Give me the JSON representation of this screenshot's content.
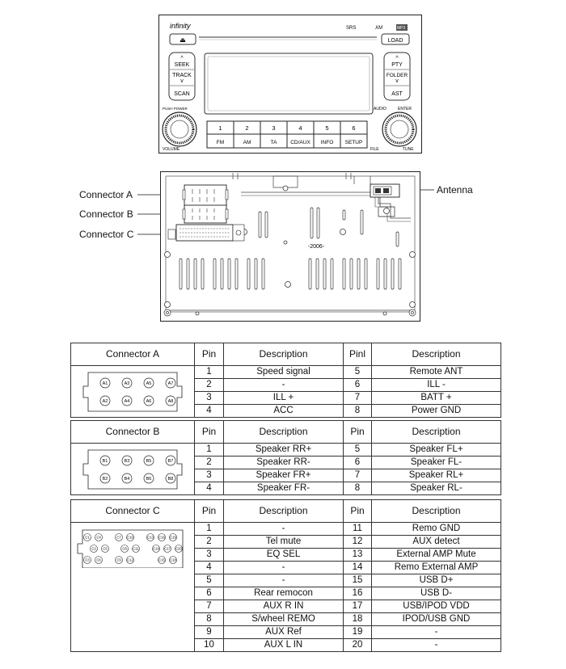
{
  "radio": {
    "brand": "infinity",
    "badges": [
      "SRS",
      "XM",
      "MP3"
    ],
    "eject_label": "⏏",
    "load_label": "LOAD",
    "seek_label": "SEEK",
    "track_label": "TRACK",
    "scan_label": "SCAN",
    "pty_label": "PTY",
    "folder_label": "FOLDER",
    "ast_label": "AST",
    "push_power_label": "PUSH POWER",
    "volume_label": "VOLUME",
    "audio_label": "AUDIO",
    "enter_label": "ENTER",
    "file_label": "FILE",
    "tune_label": "TUNE",
    "presets": [
      "1",
      "2",
      "3",
      "4",
      "5",
      "6"
    ],
    "modes": [
      "FM",
      "AM",
      "TA",
      "CD/AUX",
      "INFO",
      "SETUP"
    ]
  },
  "rear": {
    "connector_a_label": "Connector A",
    "connector_b_label": "Connector B",
    "connector_c_label": "Connector C",
    "antenna_label": "Antenna",
    "center_mark": "-2006-"
  },
  "table_a": {
    "title": "Connector A",
    "headers": [
      "Pin",
      "Description",
      "Pinl",
      "Description"
    ],
    "pin_labels": [
      "A1",
      "A3",
      "A5",
      "A7",
      "A2",
      "A4",
      "A6",
      "A8"
    ],
    "rows": [
      [
        "1",
        "Speed signal",
        "5",
        "Remote ANT"
      ],
      [
        "2",
        "-",
        "6",
        "ILL -"
      ],
      [
        "3",
        "ILL +",
        "7",
        "BATT +"
      ],
      [
        "4",
        "ACC",
        "8",
        "Power GND"
      ]
    ]
  },
  "table_b": {
    "title": "Connector B",
    "headers": [
      "Pin",
      "Description",
      "Pin",
      "Description"
    ],
    "pin_labels": [
      "B1",
      "B3",
      "B5",
      "B7",
      "B2",
      "B4",
      "B6",
      "B8"
    ],
    "rows": [
      [
        "1",
        "Speaker RR+",
        "5",
        "Speaker FL+"
      ],
      [
        "2",
        "Speaker RR-",
        "6",
        "Speaker FL-"
      ],
      [
        "3",
        "Speaker FR+",
        "7",
        "Speaker RL+"
      ],
      [
        "4",
        "Speaker FR-",
        "8",
        "Speaker RL-"
      ]
    ]
  },
  "table_c": {
    "title": "Connector C",
    "headers": [
      "Pin",
      "Description",
      "Pin",
      "Description"
    ],
    "pin_labels": [
      "C1",
      "C4",
      "C7",
      "C10",
      "C13",
      "C16",
      "C19",
      "C2",
      "C5",
      "C8",
      "C11",
      "C14",
      "C17",
      "C20",
      "C3",
      "C6",
      "C9",
      "C12",
      "C15",
      "C18"
    ],
    "rows": [
      [
        "1",
        "-",
        "11",
        "Remo GND"
      ],
      [
        "2",
        "Tel mute",
        "12",
        "AUX detect"
      ],
      [
        "3",
        "EQ SEL",
        "13",
        "External AMP Mute"
      ],
      [
        "4",
        "-",
        "14",
        "Remo External AMP"
      ],
      [
        "5",
        "-",
        "15",
        "USB D+"
      ],
      [
        "6",
        "Rear remocon",
        "16",
        "USB D-"
      ],
      [
        "7",
        "AUX R IN",
        "17",
        "USB/IPOD VDD"
      ],
      [
        "8",
        "S/wheel REMO",
        "18",
        "IPOD/USB GND"
      ],
      [
        "9",
        "AUX Ref",
        "19",
        "-"
      ],
      [
        "10",
        "AUX L IN",
        "20",
        "-"
      ]
    ]
  }
}
